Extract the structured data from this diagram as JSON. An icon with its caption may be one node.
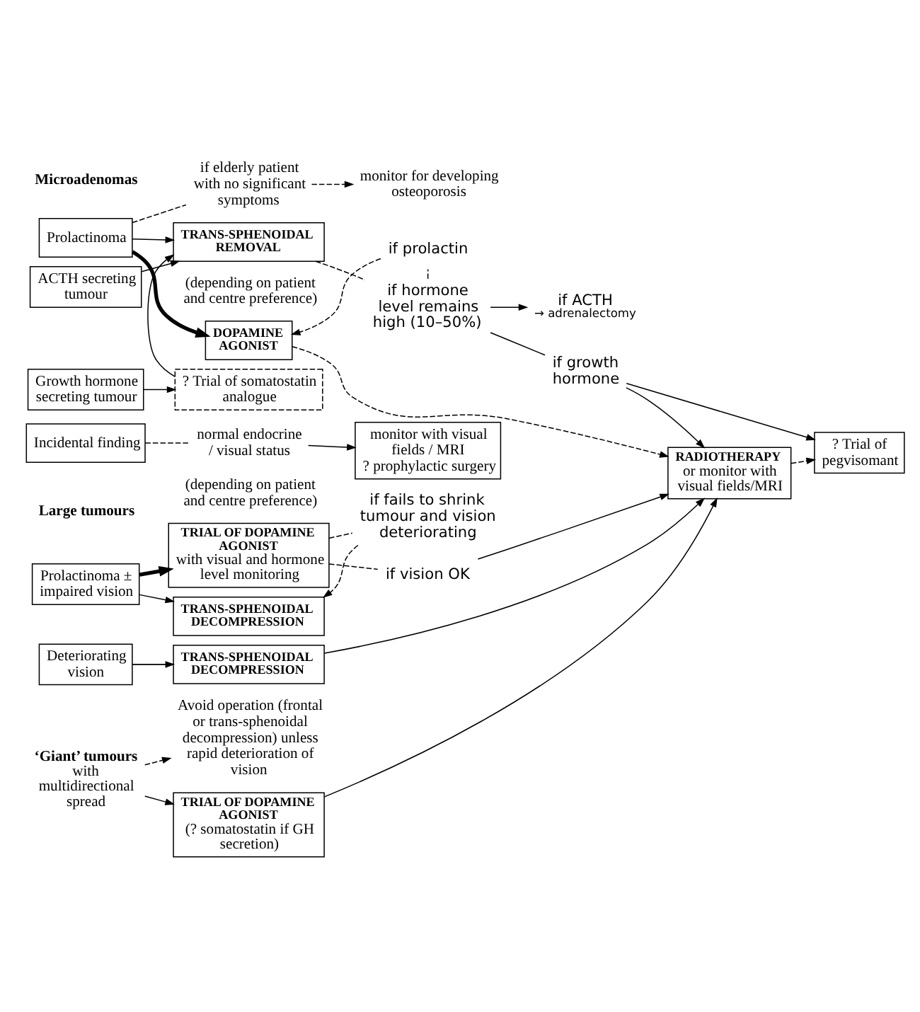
{
  "diagram": {
    "nodes": [
      {
        "text": [
          "Growth hormone secreting tumour"
        ]
      },
      {
        "text": [
          "? Trial of somatostatin analogue"
        ]
      },
      {
        "text": [
          "? Trial of pegvisomant"
        ]
      },
      {
        "text": [
          "ACTH secreting tumour"
        ]
      },
      {
        "text": [
          "TRANS-SPHENOIDAL REMOVAL"
        ]
      },
      {
        "text": [
          "if hormone level remains high (10–50%)"
        ]
      },
      {
        "text": [
          "if growth hormone"
        ]
      },
      {
        "text": [
          "RADIOTHERAPY",
          "or monitor with visual fields/MRI"
        ]
      },
      {
        "text": [
          "Prolactinoma"
        ]
      },
      {
        "text": [
          "DOPAMINE AGONIST"
        ]
      },
      {
        "text": [
          "if ACTH",
          "→ adrenalectomy"
        ]
      },
      {
        "text": [
          "if prolactin"
        ]
      },
      {
        "text": [
          "if elderly patient with no significant symptoms"
        ]
      },
      {
        "text": [
          "monitor for developing osteoporosis"
        ]
      },
      {
        "text": [
          "Incidental finding"
        ]
      },
      {
        "text": [
          "normal endocrine / visual status"
        ]
      },
      {
        "text": [
          "monitor with visual fields / MRI",
          "? prophylactic surgery"
        ]
      },
      {
        "text": [
          "Deteriorating vision"
        ]
      },
      {
        "text": [
          "TRANS-SPHENOIDAL DECOMPRESSION"
        ]
      },
      {
        "text": [
          "TRANS-SPHENOIDAL DECOMPRESSION"
        ]
      },
      {
        "text": [
          "Prolactinoma ± impaired vision"
        ]
      },
      {
        "text": [
          "if fails to shrink tumour and vision deteriorating"
        ]
      },
      {
        "text": [
          "TRIAL OF DOPAMINE AGONIST",
          "with visual and hormone level monitoring"
        ]
      },
      {
        "text": [
          "if vision OK"
        ]
      },
      {
        "text": [
          "‘Giant’ tumours",
          "with multidirectional spread"
        ]
      },
      {
        "text": [
          "TRIAL OF DOPAMINE AGONIST",
          "(? somatostatin if GH secretion)"
        ]
      },
      {
        "text": [
          "Avoid operation (frontal or trans-sphenoidal decompression) unless rapid deterioration of vision"
        ]
      }
    ],
    "edges": [
      {
        "from": 0,
        "to": 1,
        "arrow": "to"
      },
      {
        "from": 1,
        "to": 4,
        "arrow": "to"
      },
      {
        "from": 3,
        "to": 4,
        "arrow": "to"
      },
      {
        "from": 8,
        "to": 4,
        "arrow": "to"
      },
      {
        "from": 8,
        "to": 9,
        "arrow": "to",
        "style": "thick"
      },
      {
        "from": 8,
        "to": 12,
        "arrow": "none",
        "style": "dashed"
      },
      {
        "from": 12,
        "to": 13,
        "arrow": "to",
        "style": "dashed"
      },
      {
        "from": 4,
        "to": 5,
        "arrow": "none",
        "style": "dashed"
      },
      {
        "from": 5,
        "to": 6,
        "arrow": "none"
      },
      {
        "from": 6,
        "to": 2,
        "arrow": "to"
      },
      {
        "from": 6,
        "to": 7,
        "arrow": "to"
      },
      {
        "from": 5,
        "to": 10,
        "arrow": "to"
      },
      {
        "from": 5,
        "to": 11,
        "arrow": "none",
        "style": "dashed"
      },
      {
        "from": 11,
        "to": 9,
        "arrow": "to",
        "style": "dashed"
      },
      {
        "from": 9,
        "to": 7,
        "arrow": "to",
        "style": "dashed"
      },
      {
        "from": 7,
        "to": 2,
        "arrow": "to",
        "style": "dashed"
      },
      {
        "from": 14,
        "to": 15,
        "arrow": "none",
        "style": "dashed"
      },
      {
        "from": 15,
        "to": 16,
        "arrow": "to"
      },
      {
        "from": 17,
        "to": 18,
        "arrow": "to"
      },
      {
        "from": 18,
        "to": 7,
        "arrow": "to"
      },
      {
        "from": 20,
        "to": 19,
        "arrow": "to"
      },
      {
        "from": 20,
        "to": 22,
        "arrow": "to",
        "style": "thick"
      },
      {
        "from": 22,
        "to": 21,
        "arrow": "none",
        "style": "dashed"
      },
      {
        "from": 21,
        "to": 19,
        "arrow": "to",
        "style": "dashed"
      },
      {
        "from": 22,
        "to": 23,
        "arrow": "none",
        "style": "dashed"
      },
      {
        "from": 23,
        "to": 7,
        "arrow": "to"
      },
      {
        "from": 24,
        "to": 25,
        "arrow": "to"
      },
      {
        "from": 24,
        "to": 26,
        "arrow": "to",
        "style": "dashed"
      },
      {
        "from": 25,
        "to": 7,
        "arrow": "to"
      }
    ],
    "labels": [
      "Microadenomas",
      "(depending on patient and centre preference)",
      "Large tumours",
      "(depending on patient and centre preference)"
    ]
  }
}
